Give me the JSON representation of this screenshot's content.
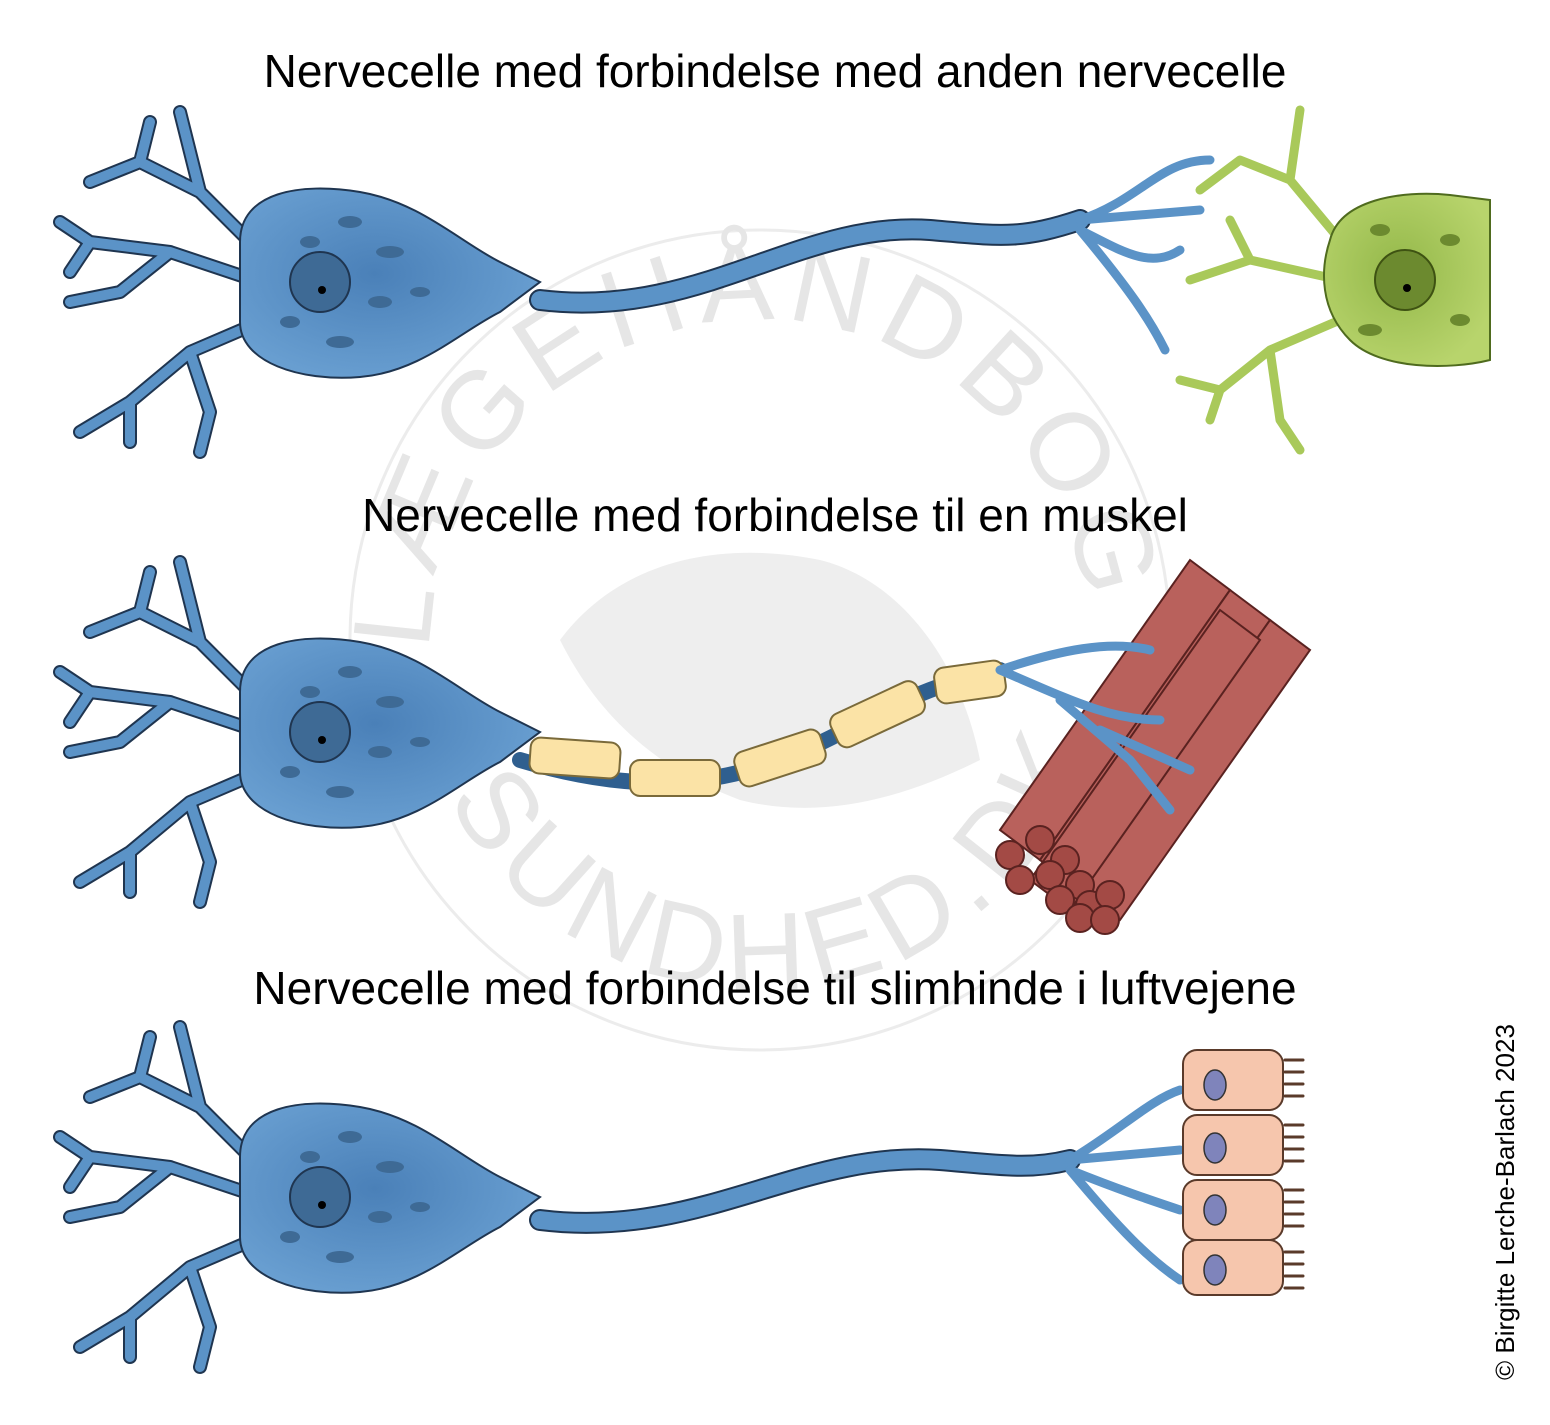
{
  "colors": {
    "neuron_blue": "#5b93c7",
    "neuron_blue_dark": "#2f5f8f",
    "nucleus_blue": "#3e6a95",
    "target_neuron_green": "#a9c95a",
    "target_neuron_dark": "#6c8a2f",
    "myelin": "#fbe3a6",
    "muscle": "#b9615c",
    "muscle_dark": "#8a3a36",
    "epithelium": "#f6c6ad",
    "epithelium_nucleus": "#7f84bb",
    "watermark": "#e6e6e6"
  },
  "panels": [
    {
      "title": "Nervecelle med forbindelse med anden nervecelle",
      "target": "nerve-cell"
    },
    {
      "title": "Nervecelle med forbindelse til en muskel",
      "target": "muscle"
    },
    {
      "title": "Nervecelle med forbindelse til slimhinde i luftvejene",
      "target": "mucous-membrane"
    }
  ],
  "watermark": {
    "top_text": "LÆGEHÅNDBOG",
    "bottom_text": "SUNDHED.DK"
  },
  "credit": "© Birgitte Lerche-Barlach 2023"
}
